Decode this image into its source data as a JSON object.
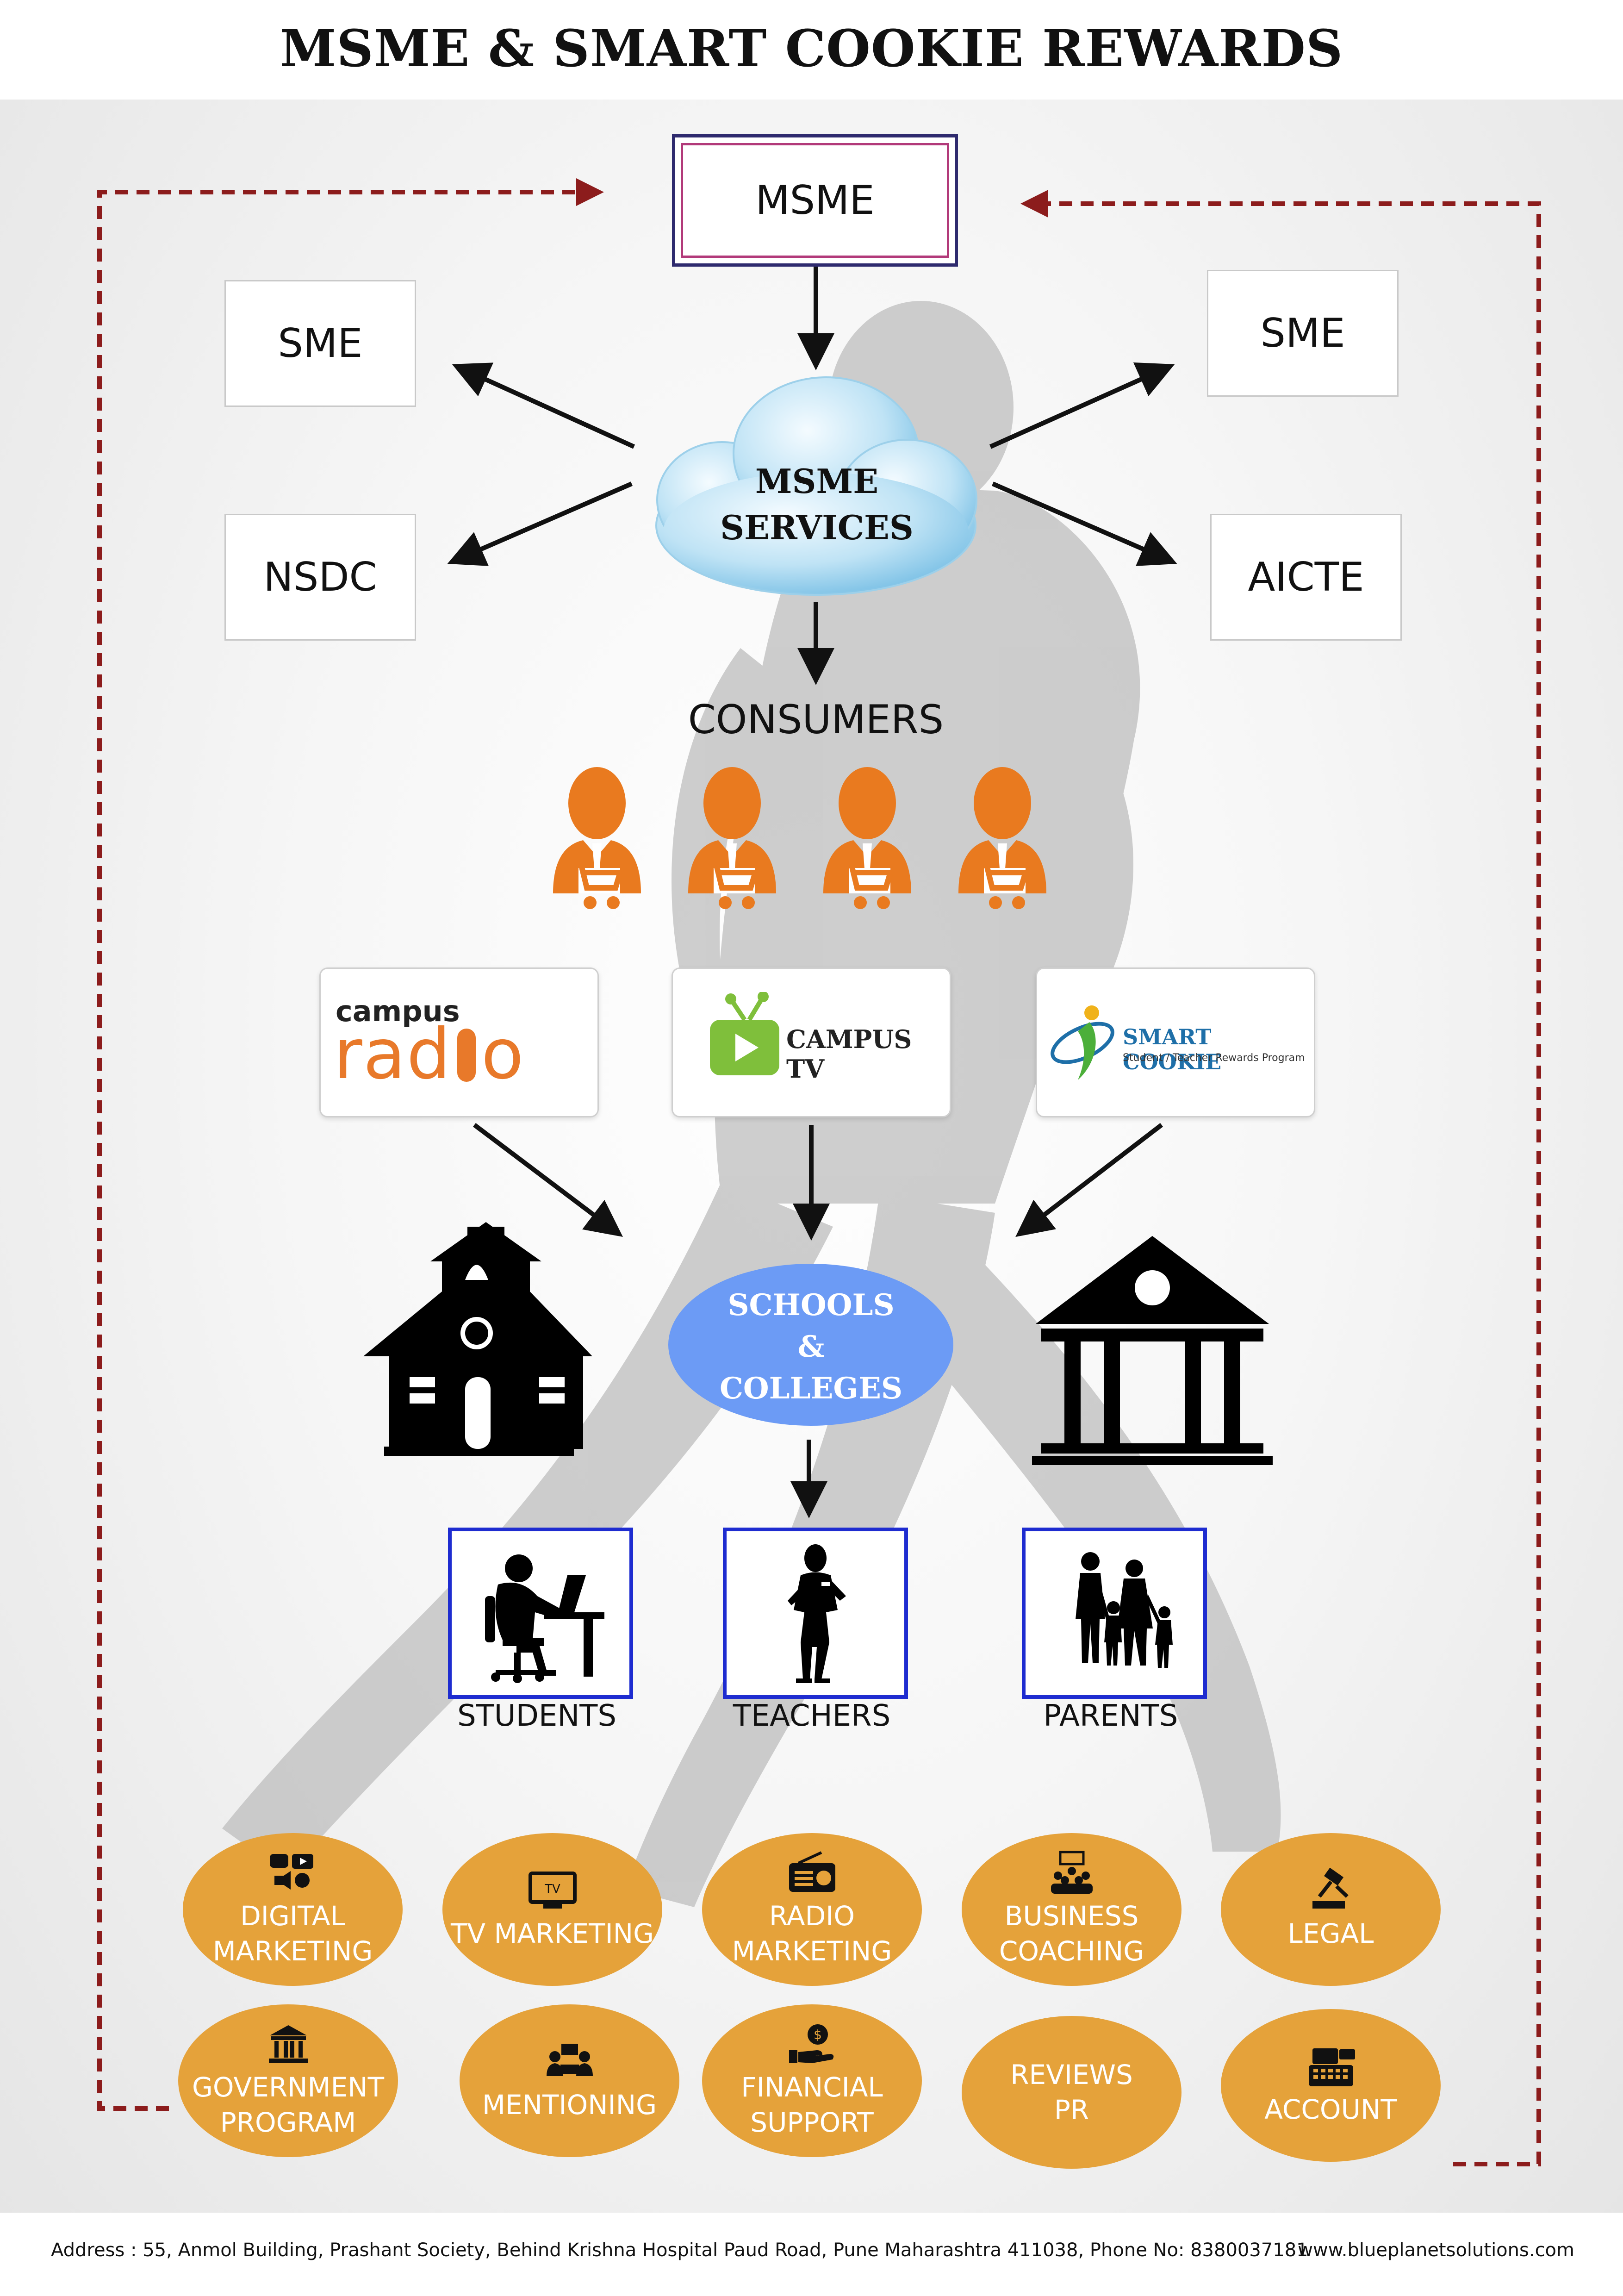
{
  "title": "MSME & SMART COOKIE REWARDS",
  "top_box": "MSME",
  "side_boxes": {
    "sme_left": "SME",
    "nsdc": "NSDC",
    "sme_right": "SME",
    "aicte": "AICTE"
  },
  "cloud": {
    "line1": "MSME",
    "line2": "SERVICES",
    "color": "#bfe3f5"
  },
  "consumers": {
    "label": "CONSUMERS",
    "count": 4,
    "color": "#e97a1f"
  },
  "logos": {
    "campus_radio": {
      "small": "campus",
      "big_pre": "rad",
      "big_post": "o",
      "color": "#e8792a"
    },
    "campus_tv": {
      "label": "CAMPUS TV",
      "color": "#7fbf3b"
    },
    "smart_cookie": {
      "name": "SMART COOKIE",
      "tagline": "Student / Teacher Rewards Program",
      "color": "#1e6fa8"
    }
  },
  "hub": {
    "line1": "SCHOOLS",
    "line2": "&",
    "line3": "COLLEGES",
    "color": "#6c9bf5"
  },
  "audience": [
    {
      "label": "STUDENTS",
      "icon": "student-at-desk-icon"
    },
    {
      "label": "TEACHERS",
      "icon": "teacher-icon"
    },
    {
      "label": "PARENTS",
      "icon": "family-icon"
    }
  ],
  "services": [
    {
      "lines": [
        "DIGITAL",
        "MARKETING"
      ],
      "icon": "social-media-icon"
    },
    {
      "lines": [
        "TV MARKETING"
      ],
      "icon": "tv-icon"
    },
    {
      "lines": [
        "RADIO MARKETING"
      ],
      "icon": "radio-icon"
    },
    {
      "lines": [
        "BUSINESS",
        "COACHING"
      ],
      "icon": "audience-icon"
    },
    {
      "lines": [
        "LEGAL"
      ],
      "icon": "gavel-icon"
    },
    {
      "lines": [
        "GOVERNMENT",
        "PROGRAM"
      ],
      "icon": "government-building-icon"
    },
    {
      "lines": [
        "MENTIONING"
      ],
      "icon": "meeting-icon"
    },
    {
      "lines": [
        "FINANCIAL",
        "SUPPORT"
      ],
      "icon": "money-hand-icon"
    },
    {
      "lines": [
        "REVIEWS",
        "PR"
      ],
      "icon": ""
    },
    {
      "lines": [
        "ACCOUNT"
      ],
      "icon": "pos-terminal-icon"
    }
  ],
  "service_color": "#e5a23a",
  "footer": {
    "address": "Address : 55, Anmol Building, Prashant Society, Behind Krishna Hospital Paud Road, Pune Maharashtra 411038, Phone No: 8380037181",
    "website": "www.blueplanetsolutions.com"
  }
}
